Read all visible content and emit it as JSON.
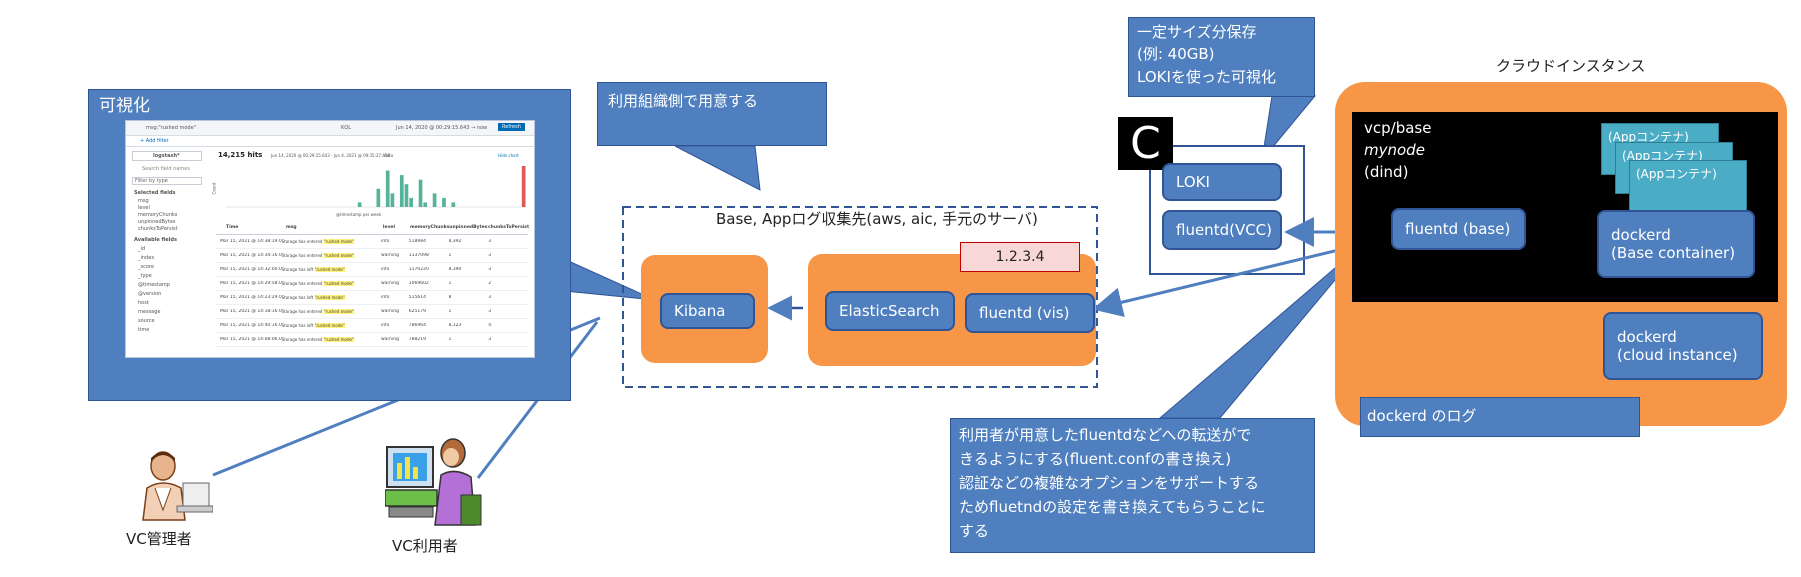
{
  "visualization": {
    "title": "可視化",
    "kibana_app": {
      "query": "msg:\"rushed mode\"",
      "kql": "KQL",
      "date_range": "Jun 14, 2020 @ 00:29:15.643  →  now",
      "refresh": "Refresh",
      "add_filter": "+ Add filter",
      "index_pattern": "logstash*",
      "hits": "14,215 hits",
      "hits_range": "Jun 14, 2020 @ 00:29:15.643 - Jun 4, 2021 @ 09:35:27.426",
      "interval": "Auto",
      "hide_chart": "Hide chart",
      "search_field": "Search field names",
      "filter_type": "Filter by type",
      "selected_fields_title": "Selected fields",
      "selected_fields": [
        "msg",
        "level",
        "memoryChunks",
        "unpinnedBytes",
        "chunksToPersist"
      ],
      "available_fields_title": "Available fields",
      "available_fields": [
        "_id",
        "_index",
        "_score",
        "_type",
        "@timestamp",
        "@version",
        "host",
        "message",
        "source",
        "time"
      ],
      "xaxis_label": "@timestamp per week",
      "yaxis_label": "Count",
      "columns": [
        "Time",
        "msg",
        "level",
        "memoryChunks",
        "unpinnedBytes",
        "chunksToPersist"
      ],
      "rows": [
        [
          "Mar 15, 2021 @ 14:38:19.000",
          "Storage has entered \"rushed mode\"",
          "info",
          "518984",
          "8,392",
          "3"
        ],
        [
          "Mar 15, 2021 @ 14:34:16.000",
          "Storage has entered \"rushed mode\"",
          "warning",
          "1137098",
          "1",
          "3"
        ],
        [
          "Mar 15, 2021 @ 14:32:00.000",
          "Storage has left \"rushed mode\"",
          "info",
          "1170220",
          "8,390",
          "3"
        ],
        [
          "Mar 15, 2021 @ 14:29:58.000",
          "Storage has entered \"rushed mode\"",
          "warning",
          "1069602",
          "1",
          "2"
        ],
        [
          "Mar 15, 2021 @ 14:23:29.000",
          "Storage has left \"rushed mode\"",
          "info",
          "515614",
          "8",
          "3"
        ],
        [
          "Mar 15, 2021 @ 14:18:16.000",
          "Storage has entered \"rushed mode\"",
          "warning",
          "625179",
          "1",
          "3"
        ],
        [
          "Mar 15, 2021 @ 14:40:16.000",
          "Storage has left \"rushed mode\"",
          "info",
          "786964",
          "8,123",
          "4"
        ],
        [
          "Mar 15, 2021 @ 14:08:06.000",
          "Storage has entered \"rushed mode\"",
          "warning",
          "788219",
          "1",
          "3"
        ]
      ],
      "histogram": [
        0,
        0,
        0,
        0,
        0,
        0,
        0,
        0,
        0,
        0,
        0,
        0,
        0,
        0,
        0,
        0,
        0,
        0,
        0,
        0,
        0,
        0,
        0,
        0,
        0,
        0,
        0,
        0,
        1,
        0,
        0,
        0,
        4,
        0,
        8,
        3,
        0,
        7,
        5,
        2,
        0,
        6,
        1,
        0,
        3,
        0,
        2,
        0,
        1,
        0,
        0,
        0,
        0,
        0,
        0,
        0,
        0,
        0,
        0,
        0,
        0,
        0,
        0,
        9
      ]
    }
  },
  "callout_org": "利用組織側で用意する",
  "collection": {
    "title": "Base, Appログ収集先(aws, aic, 手元のサーバ)",
    "ip": "1.2.3.4",
    "kibana": "Kibana",
    "elasticsearch": "ElasticSearch",
    "fluentd_vis": "fluentd (vis)"
  },
  "callout_storage": {
    "line1": "一定サイズ分保存",
    "line2": "(例:  40GB)",
    "line3": "LOKIを使った可視化"
  },
  "vcc": {
    "logo": "C",
    "loki": "LOKI",
    "fluentd": "fluentd(VCC)"
  },
  "cloud": {
    "title": "クラウドインスタンス",
    "vcp_line1": "vcp/base",
    "vcp_line2": "mynode",
    "vcp_line3": "(dind)",
    "fluentd_base": "fluentd (base)",
    "app_containers": [
      "(Appコンテナ)",
      "(Appコンテナ)",
      "(Appコンテナ)"
    ],
    "dockerd_base_line1": "dockerd",
    "dockerd_base_line2": "(Base container)",
    "dockerd_cloud_line1": "dockerd",
    "dockerd_cloud_line2": "(cloud instance)",
    "dockerd_log": "dockerd のログ"
  },
  "callout_users": {
    "line1": "利用者が用意したfluentdなどへの転送がで",
    "line2": "きるようにする(fluent.confの書き換え)",
    "line3": "認証などの複雑なオプションをサポートする",
    "line4": "ためfluetndの設定を書き換えてもらうことに",
    "line5": "する"
  },
  "people": {
    "admin": "VC管理者",
    "user": "VC利用者"
  },
  "colors": {
    "blue": "#4f7fbf",
    "orange": "#f79646",
    "cyan": "#4bacc6",
    "ip_fill": "#f8d7d7",
    "ip_border": "#c00000"
  }
}
